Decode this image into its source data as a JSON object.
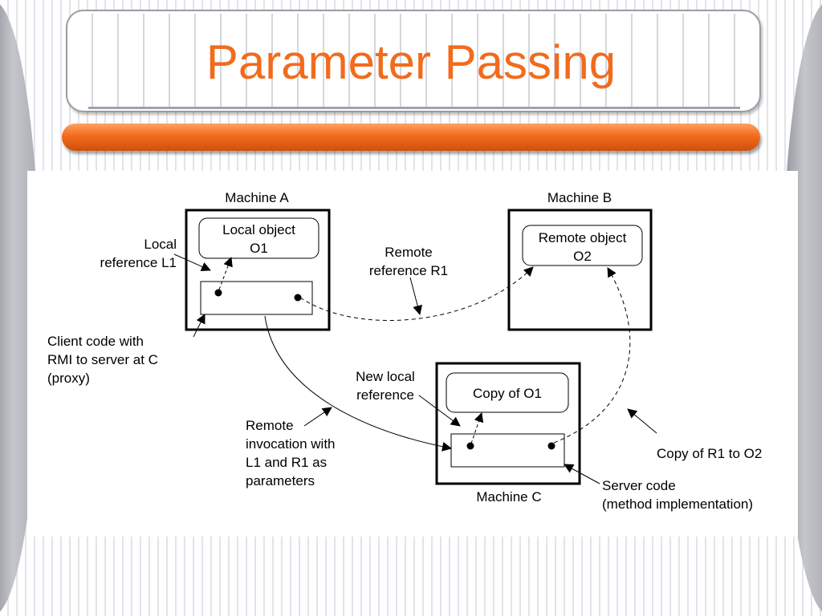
{
  "slide": {
    "title": "Parameter Passing"
  },
  "colors": {
    "title": "#f26b1d",
    "accent_bar": "#f26b1d",
    "background_stripe": "#e2e4ea"
  },
  "diagram": {
    "machine_a": "Machine A",
    "machine_b": "Machine B",
    "machine_c": "Machine C",
    "local_object": "Local object\nO1",
    "remote_object": "Remote object\nO2",
    "copy_object": "Copy of O1",
    "local_reference": "Local\nreference L1",
    "remote_reference": "Remote\nreference R1",
    "client_code": "Client code with\nRMI to server at C\n(proxy)",
    "new_local_reference": "New local\nreference",
    "remote_invocation": "Remote\ninvocation with\nL1 and R1 as\nparameters",
    "copy_r1": "Copy of R1 to O2",
    "server_code": "Server code\n(method implementation)"
  }
}
